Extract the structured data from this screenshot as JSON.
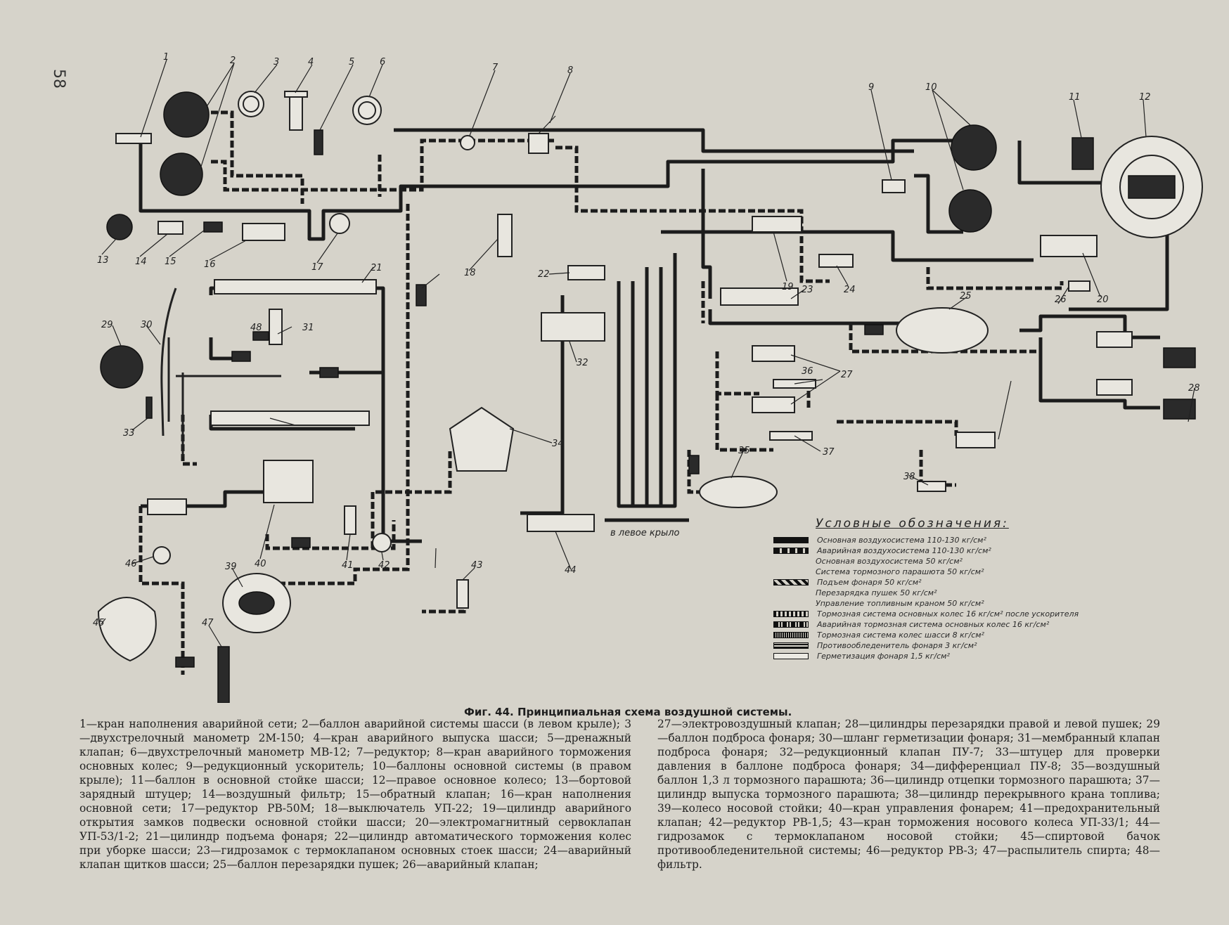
{
  "page_number": "58",
  "callouts": [
    "1",
    "2",
    "3",
    "4",
    "5",
    "6",
    "7",
    "8",
    "9",
    "10",
    "11",
    "12",
    "13",
    "14",
    "15",
    "16",
    "17",
    "18",
    "19",
    "20",
    "21",
    "22",
    "23",
    "24",
    "25",
    "26",
    "27",
    "28",
    "29",
    "30",
    "31",
    "32",
    "33",
    "34",
    "35",
    "36",
    "37",
    "38",
    "39",
    "40",
    "41",
    "42",
    "43",
    "44",
    "45",
    "46",
    "47",
    "48"
  ],
  "diagram_note": "в левое крыло",
  "legend": {
    "title": "Условные обозначения:",
    "items": [
      {
        "text": "Основная воздухосистема 110-130 кг/см²",
        "style": "solid"
      },
      {
        "text": "Аварийная воздухосистема 110-130 кг/см²",
        "style": "dash"
      },
      {
        "text": "Основная воздухосистема 50 кг/см²",
        "style": "group"
      },
      {
        "text": "Система тормозного парашюта 50 кг/см²",
        "style": "group"
      },
      {
        "text": "Подъем фонаря 50 кг/см²",
        "style": "hatch"
      },
      {
        "text": "Перезарядка пушек 50 кг/см²",
        "style": "group"
      },
      {
        "text": "Управление топливным краном 50 кг/см²",
        "style": "group"
      },
      {
        "text": "Тормозная система основных колес 16 кг/см² после ускорителя",
        "style": "dot"
      },
      {
        "text": "Аварийная тормозная система основных колес 16 кг/см²",
        "style": "dashdot"
      },
      {
        "text": "Тормозная система колес шасси 8 кг/см²",
        "style": "dense"
      },
      {
        "text": "Противообледенитель фонаря 3 кг/см²",
        "style": "stripe"
      },
      {
        "text": "Герметизация фонаря 1,5 кг/см²",
        "style": "outline"
      }
    ]
  },
  "caption": "Фиг. 44. Принципиальная схема воздушной системы.",
  "description_left": "1—кран наполнения аварийной сети; 2—баллон аварийной системы шасси (в левом крыле); 3—двухстрелочный манометр 2М-150; 4—кран аварийного выпуска шасси; 5—дренажный клапан; 6—двухстрелочный манометр МВ-12; 7—редуктор; 8—кран аварийного торможения основных колес; 9—редукционный ускоритель; 10—баллоны основной системы (в правом крыле); 11—баллон в основной стойке шасси; 12—правое основное колесо; 13—бортовой зарядный штуцер; 14—воздушный фильтр; 15—обратный клапан; 16—кран наполнения основной сети; 17—редуктор РВ-50М; 18—выключатель УП-22; 19—цилиндр аварийного открытия замков подвески основной стойки шасси; 20—электромагнитный сервоклапан УП-53/1-2; 21—цилиндр подъема фонаря; 22—цилиндр автоматического торможения колес при уборке шасси; 23—гидрозамок с термоклапаном основных стоек шасси; 24—аварийный клапан щитков шасси; 25—баллон перезарядки пушек; 26—аварийный клапан;",
  "description_right": "27—электровоздушный клапан; 28—цилиндры перезарядки правой и левой пушек; 29—баллон подброса фонаря; 30—шланг герметизации фонаря; 31—мембранный клапан подброса фонаря; 32—редукционный клапан ПУ-7; 33—штуцер для проверки давления в баллоне подброса фонаря; 34—дифференциал ПУ-8; 35—воздушный баллон 1,3 л тормозного парашюта; 36—цилиндр отцепки тормозного парашюта; 37—цилиндр выпуска тормозного парашюта; 38—цилиндр перекрывного крана топлива; 39—колесо носовой стойки; 40—кран управления фонарем; 41—предохранительный клапан; 42—редуктор РВ-1,5; 43—кран торможения носового колеса УП-33/1; 44—гидрозамок с термоклапаном носовой стойки; 45—спиртовой бачок противообледенительной системы; 46—редуктор РВ-3; 47—распылитель спирта; 48—фильтр."
}
